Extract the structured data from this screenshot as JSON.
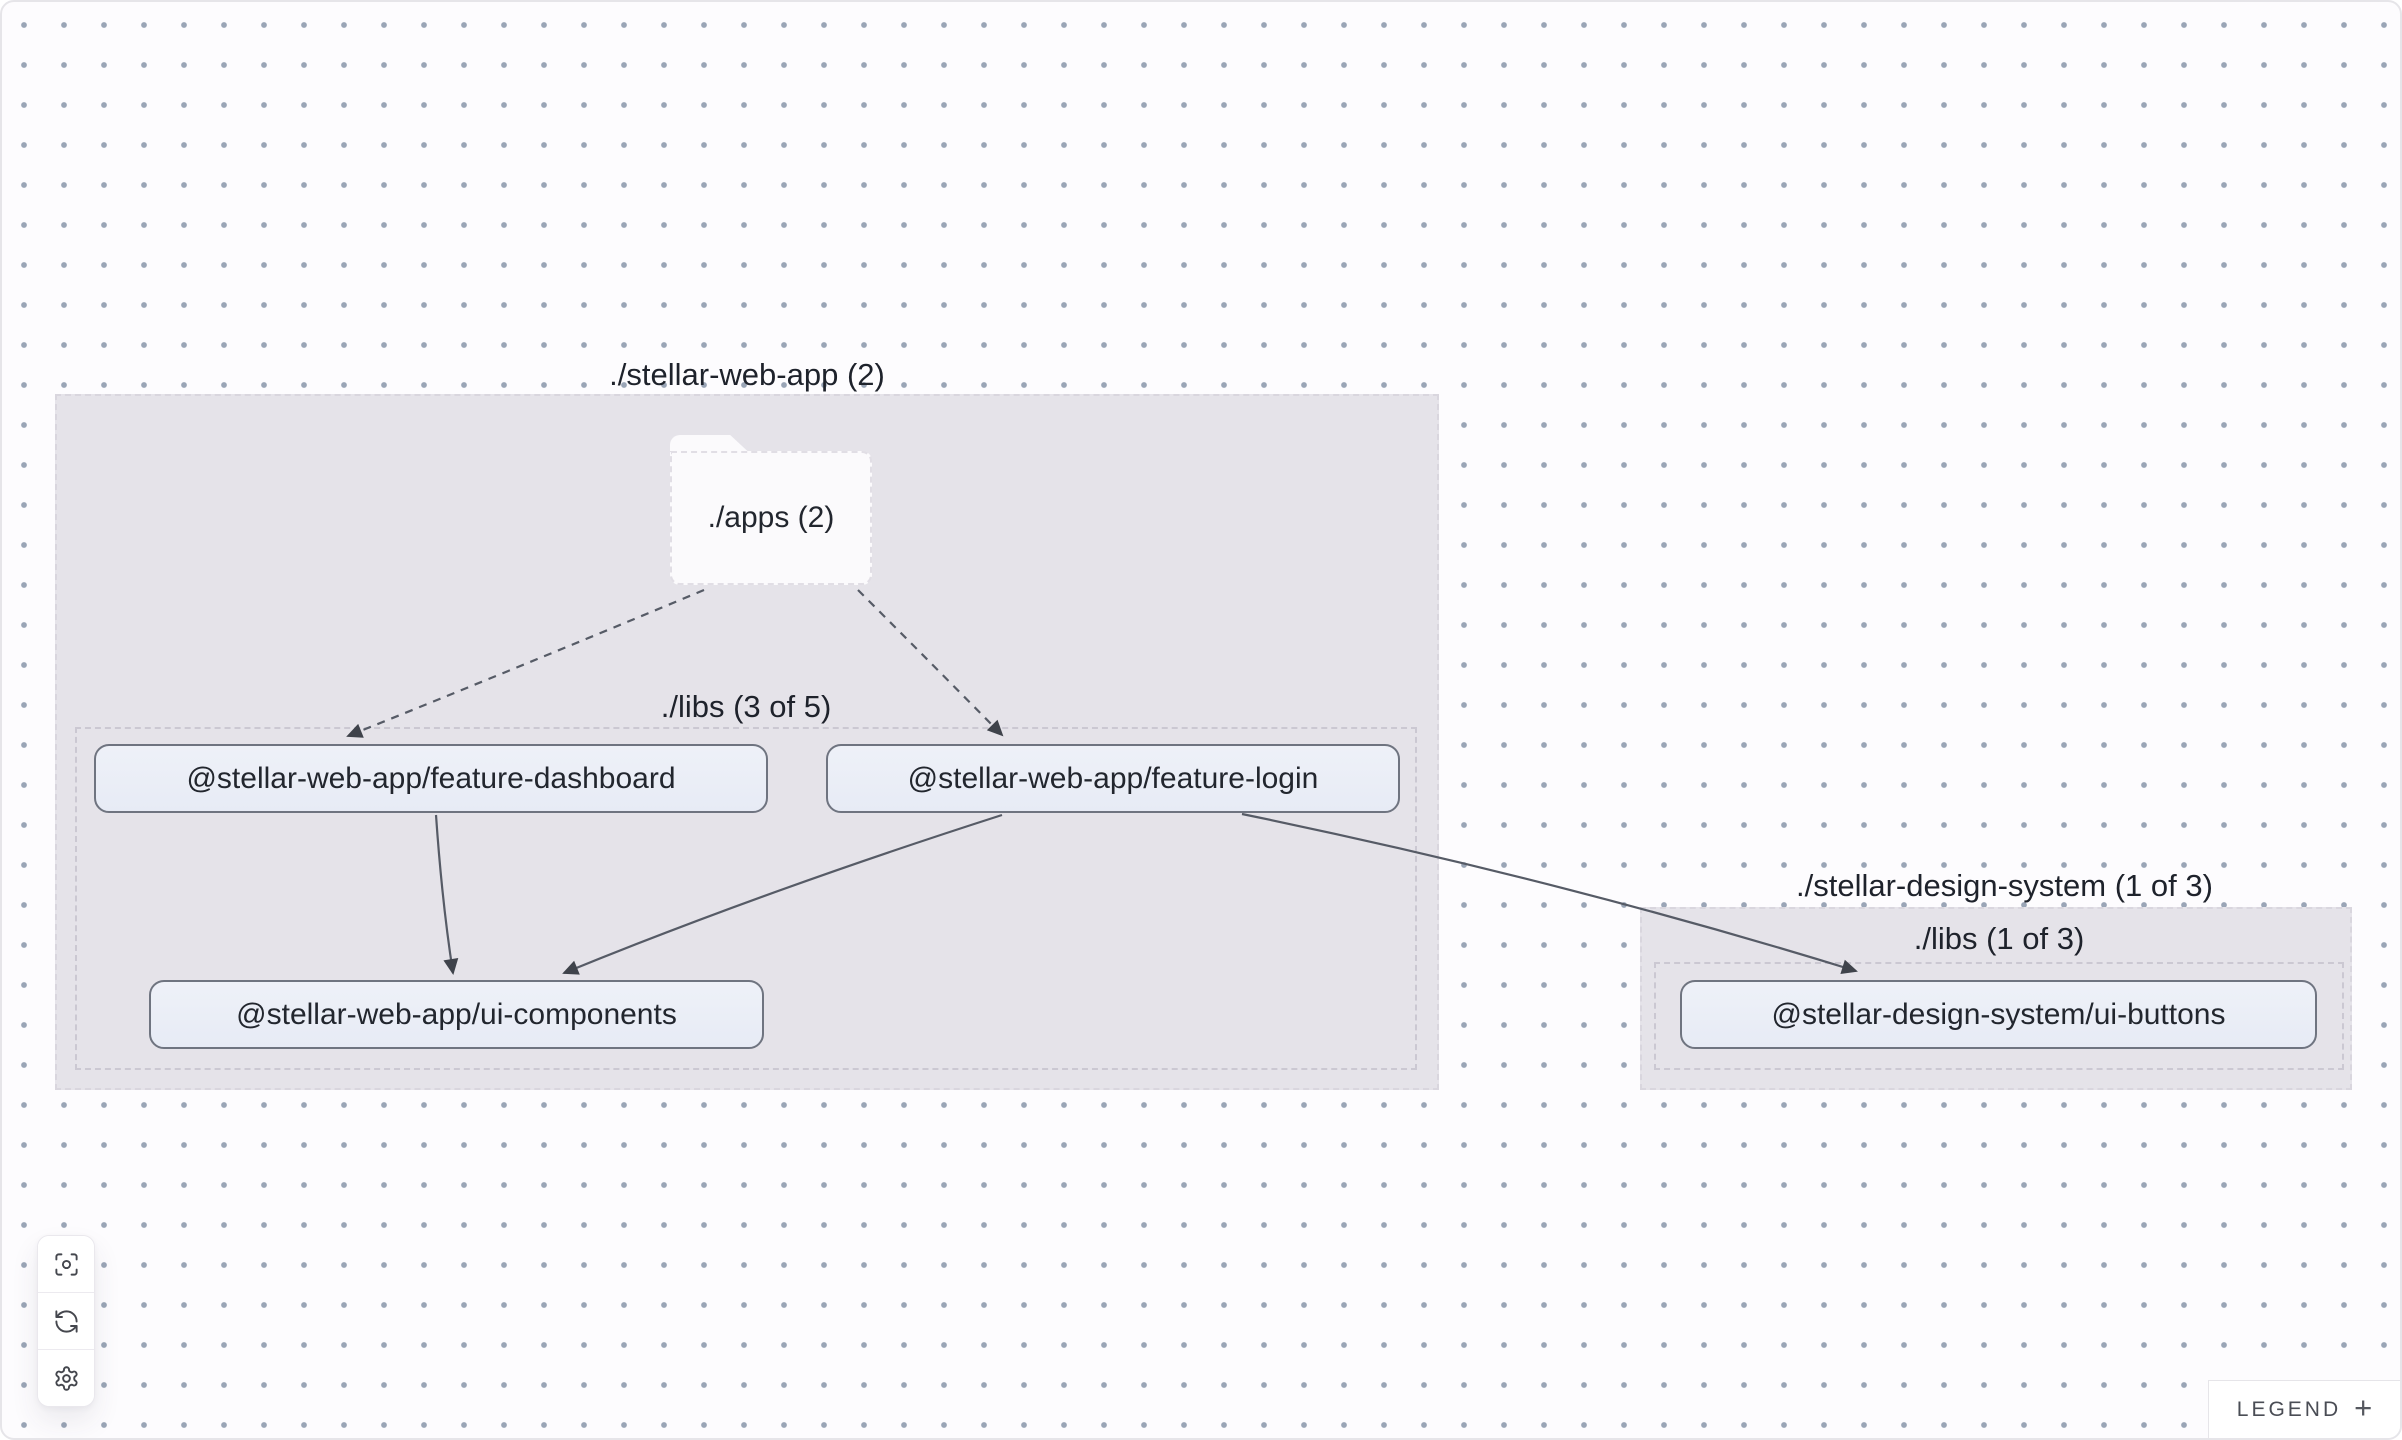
{
  "groups": {
    "web_app": {
      "label": "./stellar-web-app (2)",
      "apps_folder_label": "./apps (2)",
      "libs_label": "./libs (3 of 5)"
    },
    "design_system": {
      "label": "./stellar-design-system (1 of 3)",
      "libs_label": "./libs (1 of 3)"
    }
  },
  "nodes": {
    "feature_dashboard": {
      "label": "@stellar-web-app/feature-dashboard"
    },
    "feature_login": {
      "label": "@stellar-web-app/feature-login"
    },
    "ui_components": {
      "label": "@stellar-web-app/ui-components"
    },
    "ui_buttons": {
      "label": "@stellar-design-system/ui-buttons"
    }
  },
  "edges": [
    {
      "from": "./apps",
      "to": "@stellar-web-app/feature-dashboard",
      "style": "dashed"
    },
    {
      "from": "./apps",
      "to": "@stellar-web-app/feature-login",
      "style": "dashed"
    },
    {
      "from": "@stellar-web-app/feature-dashboard",
      "to": "@stellar-web-app/ui-components",
      "style": "solid"
    },
    {
      "from": "@stellar-web-app/feature-login",
      "to": "@stellar-web-app/ui-components",
      "style": "solid"
    },
    {
      "from": "@stellar-web-app/feature-login",
      "to": "@stellar-design-system/ui-buttons",
      "style": "solid"
    }
  ],
  "toolbar": {
    "buttons": [
      {
        "icon": "focus-icon"
      },
      {
        "icon": "refresh-icon"
      },
      {
        "icon": "settings-icon"
      }
    ]
  },
  "legend": {
    "label": "LEGEND",
    "expand_symbol": "+"
  },
  "colors": {
    "background": "#fdfcfe",
    "dot_grid": "#9aa5b6",
    "group_fill": "#e5e3e9",
    "node_fill": "#e9edf6",
    "node_border": "#6f7480",
    "edge": "#565b66",
    "text": "#22262e",
    "frame_border": "#e6e5e9"
  }
}
